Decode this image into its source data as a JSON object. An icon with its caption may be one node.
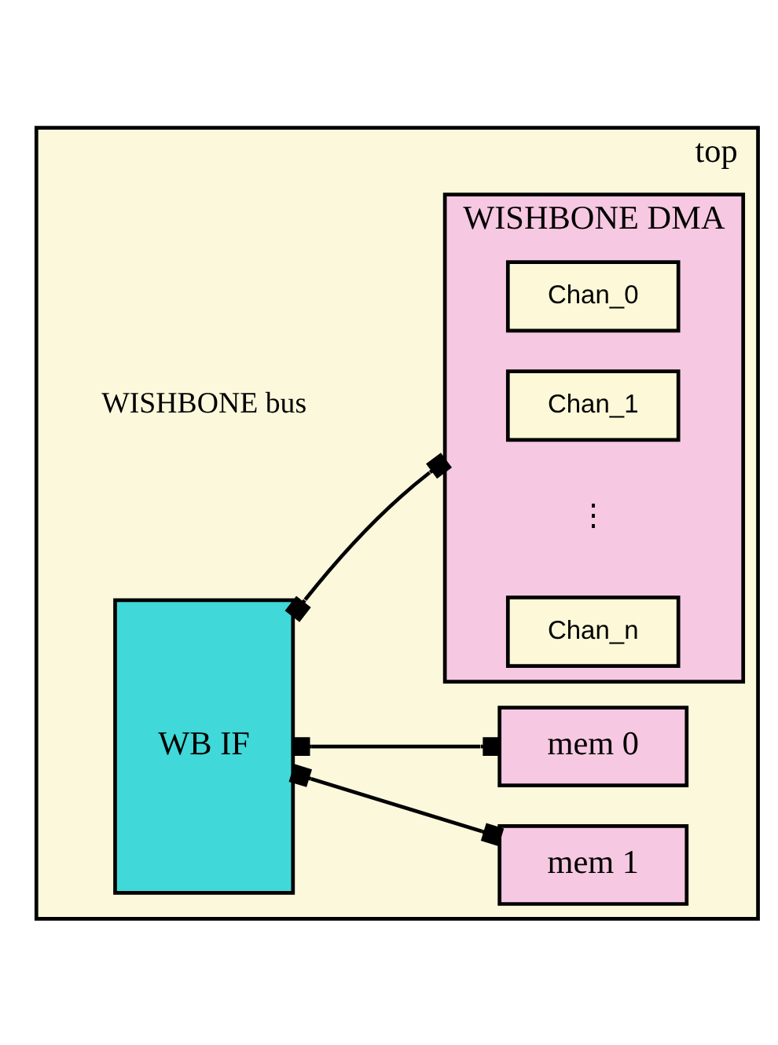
{
  "diagram": {
    "nodes": [
      {
        "text": [
          "top"
        ]
      },
      {
        "text": [
          "WISHBONE DMA"
        ],
        "in": 0
      },
      {
        "text": [
          "Chan_n"
        ],
        "in": 1
      },
      {
        "text": [
          "Chan_1"
        ],
        "in": 1
      },
      {
        "text": [
          "Chan_0"
        ],
        "in": 1
      },
      {
        "text": [
          "mem 1"
        ],
        "in": 0
      },
      {
        "text": [
          "mem 0"
        ],
        "in": 0
      },
      {
        "text": [
          "WB IF"
        ],
        "in": 0
      }
    ],
    "edges": [
      {
        "from": 7,
        "to": 1,
        "arrow": "other"
      },
      {
        "from": 7,
        "to": 5,
        "arrow": "other"
      },
      {
        "from": 7,
        "to": 6,
        "arrow": "other"
      }
    ],
    "labels": [
      "WISHBONE bus",
      "⋮"
    ]
  }
}
